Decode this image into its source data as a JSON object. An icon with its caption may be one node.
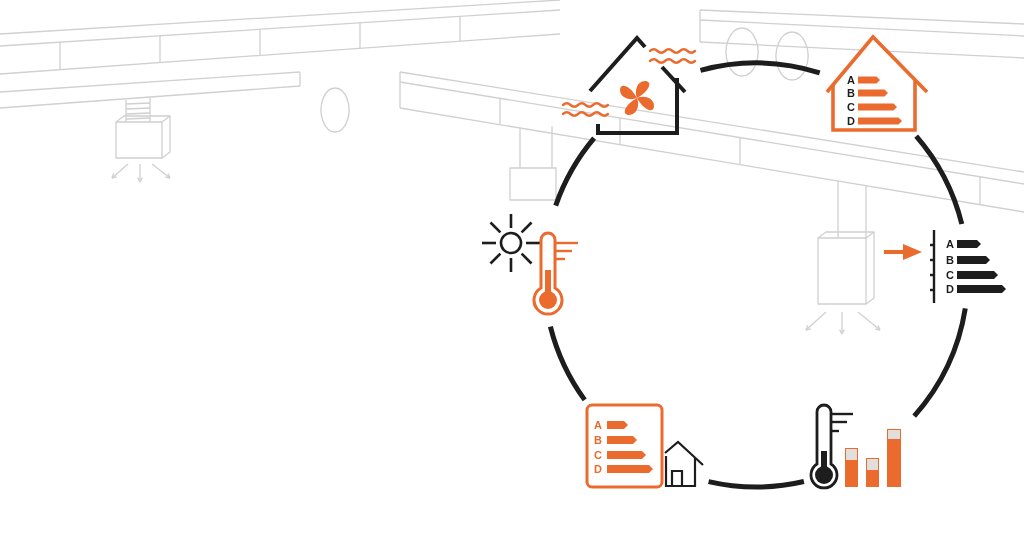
{
  "diagram": {
    "nodes": [
      {
        "text": [],
        "shape": "picture"
      },
      {
        "text": [
          "A",
          "B",
          "C",
          "D"
        ]
      },
      {
        "text": [
          "A",
          "B",
          "C",
          "D"
        ]
      },
      {
        "text": [],
        "shape": "picture"
      },
      {
        "text": [
          "A",
          "B",
          "C",
          "D"
        ]
      },
      {
        "text": [],
        "shape": "picture"
      }
    ],
    "edges": [
      {
        "from": 0,
        "to": 1,
        "arrow": "none"
      },
      {
        "from": 1,
        "to": 2,
        "arrow": "none"
      },
      {
        "from": 2,
        "to": 3,
        "arrow": "none"
      },
      {
        "from": 3,
        "to": 4,
        "arrow": "none"
      },
      {
        "from": 4,
        "to": 5,
        "arrow": "none"
      },
      {
        "from": 5,
        "to": 0,
        "arrow": "none"
      }
    ]
  }
}
